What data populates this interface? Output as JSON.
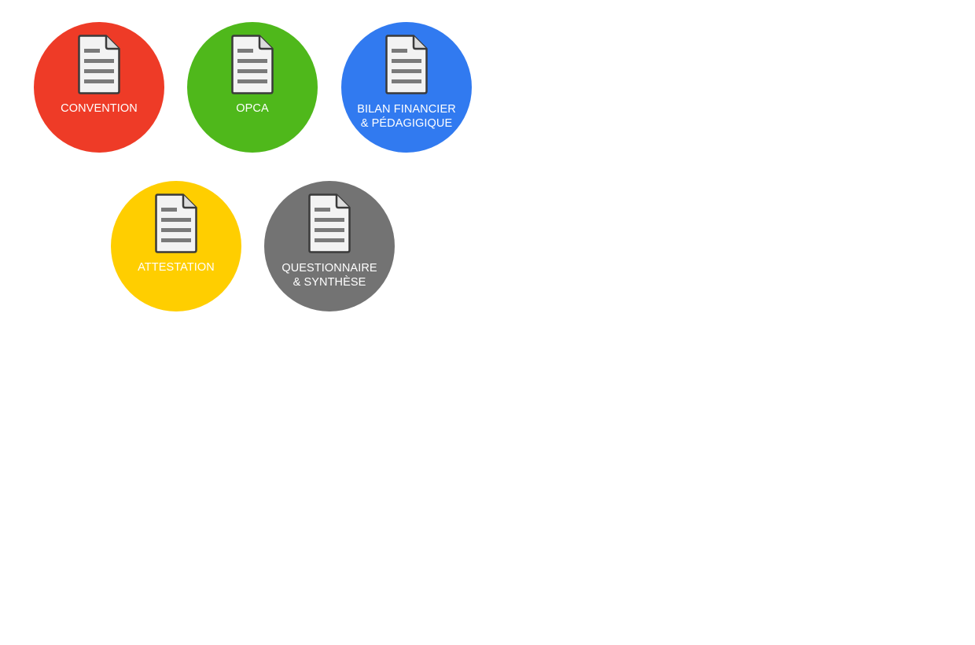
{
  "documents": [
    {
      "icon": "document-icon",
      "color": "#ee3b27",
      "label_line1": "CONVENTION",
      "label_line2": ""
    },
    {
      "icon": "document-icon",
      "color": "#4fb81b",
      "label_line1": "OPCA",
      "label_line2": ""
    },
    {
      "icon": "document-icon",
      "color": "#317af0",
      "label_line1": "BILAN FINANCIER",
      "label_line2": "& PÉDAGIGIQUE"
    },
    {
      "icon": "document-icon",
      "color": "#ffce00",
      "label_line1": "ATTESTATION",
      "label_line2": ""
    },
    {
      "icon": "document-icon",
      "color": "#737373",
      "label_line1": "QUESTIONNAIRE",
      "label_line2": "& SYNTHÈSE"
    }
  ]
}
